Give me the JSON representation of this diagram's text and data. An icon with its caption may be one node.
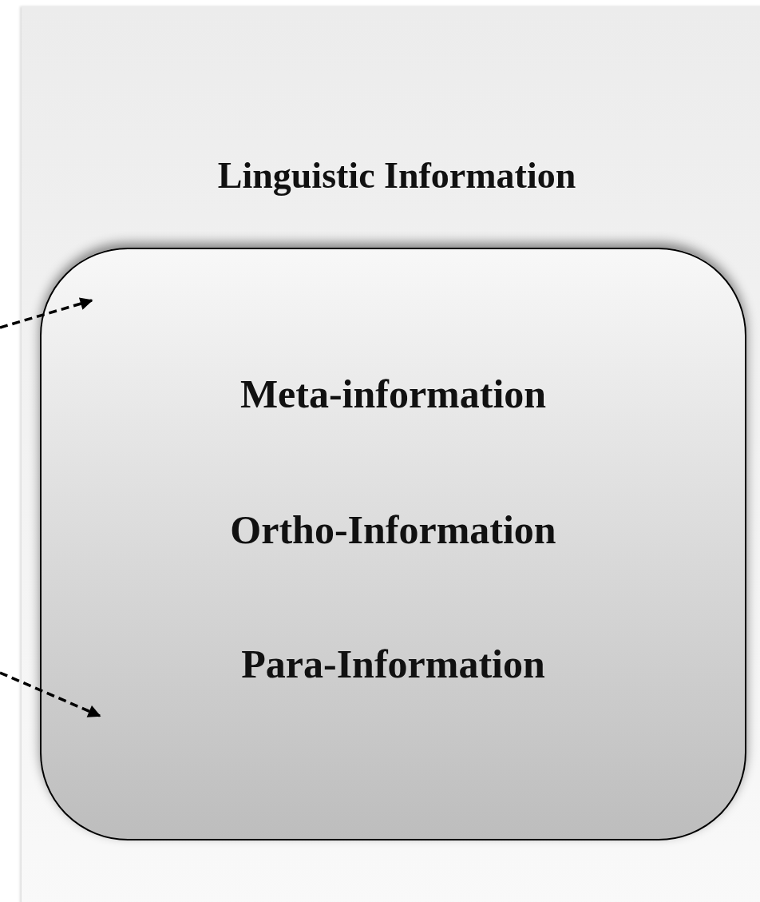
{
  "diagram": {
    "nodes": [
      {
        "text": [
          "Linguistic Information"
        ]
      },
      {
        "text": [
          "Meta-information",
          "Ortho-Information",
          "Para-Information"
        ],
        "in": 0
      }
    ],
    "edges": [
      {
        "from": null,
        "to": 1,
        "arrow": "to",
        "style": "dashed"
      },
      {
        "from": null,
        "to": 1,
        "arrow": "to",
        "style": "dashed"
      }
    ]
  }
}
